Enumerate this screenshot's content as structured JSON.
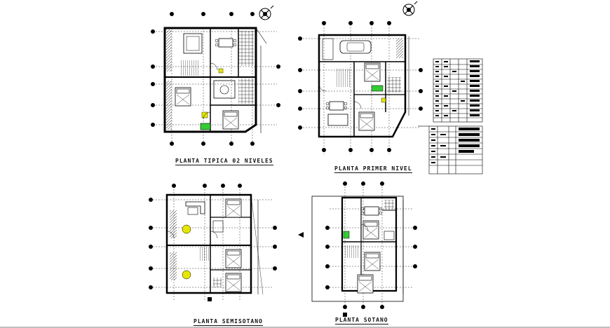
{
  "sheet": {
    "background": "#ffffff",
    "line_color": "#000000",
    "accent_green": "#33cc33",
    "accent_yellow": "#e6e600"
  },
  "plans": [
    {
      "id": "typical",
      "title": "PLANTA TIPICA 02 NIVELES"
    },
    {
      "id": "first",
      "title": "PLANTA PRIMER NIVEL"
    },
    {
      "id": "semi",
      "title": "PLANTA SEMISOTANO"
    },
    {
      "id": "basement",
      "title": "PLANTA SOTANO"
    }
  ],
  "icons": [
    "north-arrow-icon",
    "north-arrow-icon"
  ],
  "schedule_tables": {
    "upper": {
      "rows": 12,
      "cols": 4
    },
    "lower": {
      "rows": 9,
      "cols": 3
    }
  }
}
